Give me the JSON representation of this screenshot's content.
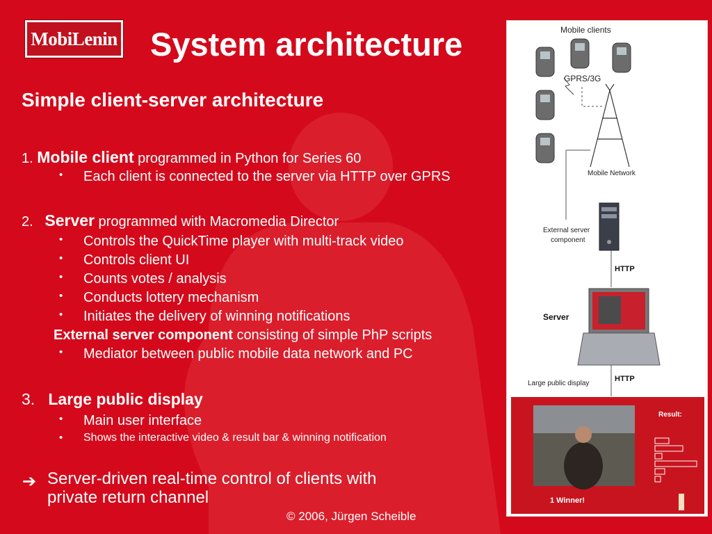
{
  "logo": {
    "text": "MobiLenin"
  },
  "title": "System architecture",
  "subtitle": "Simple client-server architecture",
  "section1": {
    "num": "1.",
    "head": "Mobile client",
    "rest": "programmed in Python for Series 60",
    "bullets": [
      "Each client is connected to the server via HTTP over GPRS"
    ]
  },
  "section2": {
    "num": "2.",
    "head": "Server",
    "rest": "programmed with Macromedia Director",
    "bullets": [
      "Controls the QuickTime player with multi-track video",
      "Controls client UI",
      "Counts votes / analysis",
      "Conducts lottery mechanism",
      "Initiates the delivery of winning notifications"
    ],
    "ext_head": "External server component",
    "ext_rest": "consisting of simple PhP scripts",
    "ext_bullets": [
      "Mediator between public mobile data network and PC"
    ]
  },
  "section3": {
    "num": "3.",
    "head": "Large public display",
    "bullets": [
      "Main user interface",
      "Shows the interactive video & result bar & winning notification"
    ]
  },
  "conclusion": {
    "line1": "Server-driven real-time control of clients with",
    "line2": "private return channel"
  },
  "copyright": "© 2006, Jürgen Scheible",
  "bullet_char": "•",
  "arrow_char": "➔",
  "diagram": {
    "mobile_clients": "Mobile clients",
    "gprs": "GPRS/3G",
    "mobile_network": "Mobile Network",
    "external_server_1": "External server",
    "external_server_2": "component",
    "http1": "HTTP",
    "server": "Server",
    "http2": "HTTP",
    "large_display": "Large public display",
    "result": "Result:",
    "winner": "1 Winner!"
  },
  "colors": {
    "background": "#d40a1c",
    "text": "#ffffff",
    "panel": "#ffffff"
  }
}
